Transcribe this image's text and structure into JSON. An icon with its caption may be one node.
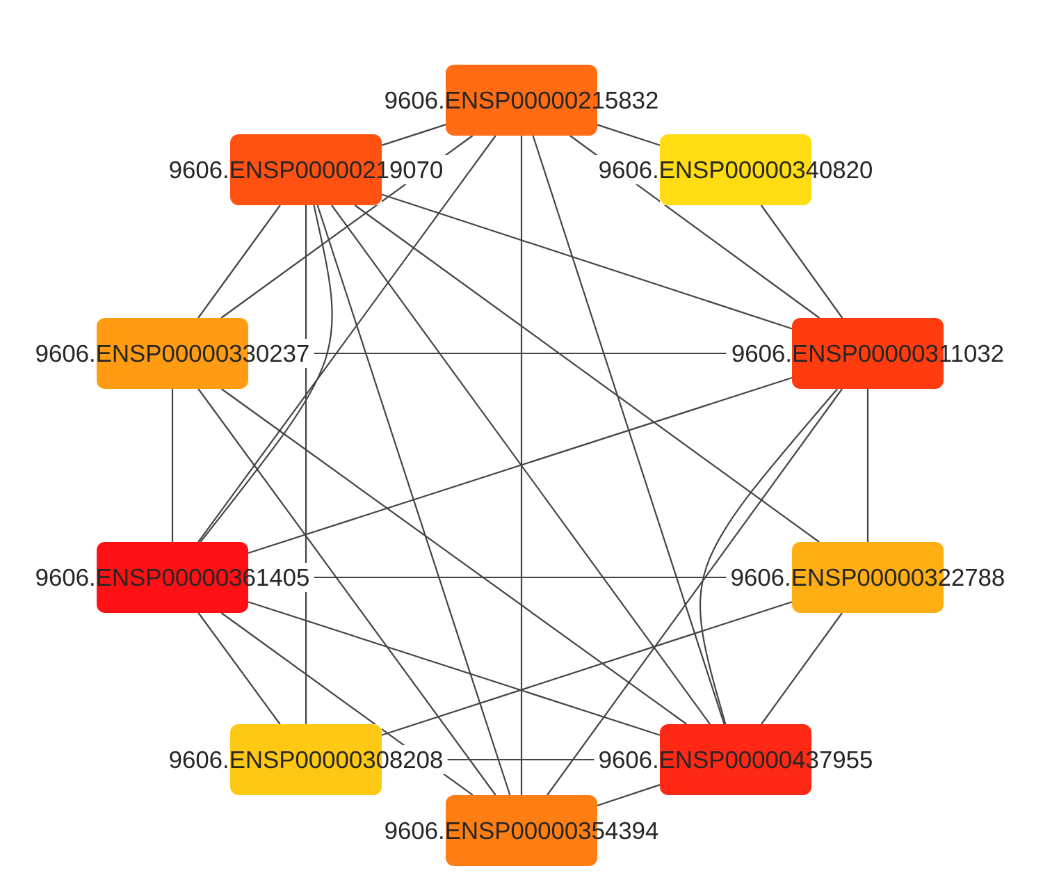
{
  "diagram": {
    "nodes": [
      {
        "text": [
          "9606.ENSP00000215832"
        ]
      },
      {
        "text": [
          "9606.ENSP00000219070"
        ]
      },
      {
        "text": [
          "9606.ENSP00000340820"
        ]
      },
      {
        "text": [
          "9606.ENSP00000330237"
        ]
      },
      {
        "text": [
          "9606.ENSP00000311032"
        ]
      },
      {
        "text": [
          "9606.ENSP00000361405"
        ]
      },
      {
        "text": [
          "9606.ENSP00000322788"
        ]
      },
      {
        "text": [
          "9606.ENSP00000308208"
        ]
      },
      {
        "text": [
          "9606.ENSP00000437955"
        ]
      },
      {
        "text": [
          "9606.ENSP00000354394"
        ]
      }
    ],
    "edges": [
      {
        "from": 0,
        "to": 1,
        "arrow": "none"
      },
      {
        "from": 0,
        "to": 2,
        "arrow": "none"
      },
      {
        "from": 0,
        "to": 3,
        "arrow": "none"
      },
      {
        "from": 0,
        "to": 4,
        "arrow": "none"
      },
      {
        "from": 0,
        "to": 5,
        "arrow": "none"
      },
      {
        "from": 0,
        "to": 8,
        "arrow": "none"
      },
      {
        "from": 0,
        "to": 9,
        "arrow": "none"
      },
      {
        "from": 1,
        "to": 3,
        "arrow": "none"
      },
      {
        "from": 1,
        "to": 4,
        "arrow": "none"
      },
      {
        "from": 1,
        "to": 5,
        "arrow": "none"
      },
      {
        "from": 1,
        "to": 6,
        "arrow": "none"
      },
      {
        "from": 1,
        "to": 7,
        "arrow": "none"
      },
      {
        "from": 1,
        "to": 8,
        "arrow": "none"
      },
      {
        "from": 1,
        "to": 9,
        "arrow": "none"
      },
      {
        "from": 2,
        "to": 4,
        "arrow": "none"
      },
      {
        "from": 3,
        "to": 4,
        "arrow": "none"
      },
      {
        "from": 3,
        "to": 5,
        "arrow": "none"
      },
      {
        "from": 3,
        "to": 8,
        "arrow": "none"
      },
      {
        "from": 3,
        "to": 9,
        "arrow": "none"
      },
      {
        "from": 4,
        "to": 5,
        "arrow": "none"
      },
      {
        "from": 4,
        "to": 6,
        "arrow": "none"
      },
      {
        "from": 4,
        "to": 8,
        "arrow": "none"
      },
      {
        "from": 4,
        "to": 9,
        "arrow": "none"
      },
      {
        "from": 5,
        "to": 6,
        "arrow": "none"
      },
      {
        "from": 5,
        "to": 7,
        "arrow": "none"
      },
      {
        "from": 5,
        "to": 8,
        "arrow": "none"
      },
      {
        "from": 5,
        "to": 9,
        "arrow": "none"
      },
      {
        "from": 6,
        "to": 7,
        "arrow": "none"
      },
      {
        "from": 6,
        "to": 8,
        "arrow": "none"
      },
      {
        "from": 7,
        "to": 8,
        "arrow": "none"
      },
      {
        "from": 8,
        "to": 9,
        "arrow": "none"
      }
    ]
  }
}
